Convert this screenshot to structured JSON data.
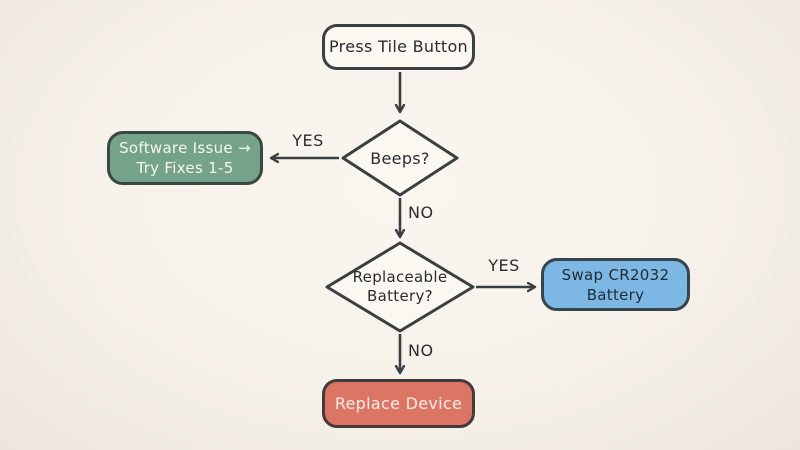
{
  "diagram": {
    "type": "flowchart",
    "nodes": {
      "start": {
        "label": "Press Tile Button",
        "shape": "rounded-rect",
        "fill": "#fbf8f2",
        "text_color": "#2b2b31"
      },
      "beeps": {
        "label": "Beeps?",
        "shape": "diamond",
        "fill": "#fbf8f2",
        "text_color": "#2b2b31"
      },
      "software": {
        "label": "Software Issue →\nTry Fixes 1-5",
        "shape": "rounded-rect",
        "fill": "#74a28a",
        "text_color": "#f5f6f0"
      },
      "battery": {
        "label": "Replaceable\nBattery?",
        "shape": "diamond",
        "fill": "#fbf8f2",
        "text_color": "#2b2b31"
      },
      "swap": {
        "label": "Swap CR2032\nBattery",
        "shape": "rounded-rect",
        "fill": "#7db7e4",
        "text_color": "#232c33"
      },
      "replace": {
        "label": "Replace Device",
        "shape": "rounded-rect",
        "fill": "#da7663",
        "text_color": "#f8ece7"
      }
    },
    "edges": [
      {
        "from": "start",
        "to": "beeps",
        "label": ""
      },
      {
        "from": "beeps",
        "to": "software",
        "label": "YES"
      },
      {
        "from": "beeps",
        "to": "battery",
        "label": "NO"
      },
      {
        "from": "battery",
        "to": "swap",
        "label": "YES"
      },
      {
        "from": "battery",
        "to": "replace",
        "label": "NO"
      }
    ],
    "colors": {
      "background": "#f6f1e9",
      "stroke": "#3a3f41"
    }
  }
}
